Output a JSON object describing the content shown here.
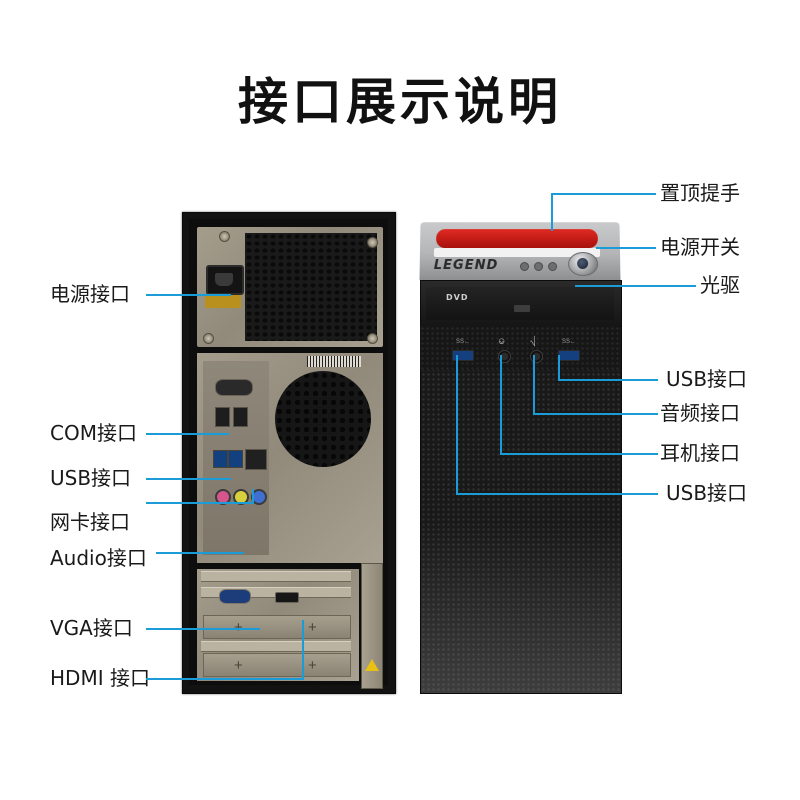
{
  "page": {
    "title": "接口展示说明",
    "accent_color": "#1a9cd8",
    "text_color": "#1a1a1a",
    "background": "#ffffff"
  },
  "product": {
    "brand_logo": "LEGEND",
    "optical_drive_text": "DVD",
    "handle_color": "#d12722",
    "chassis_color": "#191919"
  },
  "callouts": {
    "left": [
      {
        "id": "power-connector",
        "label": "电源接口"
      },
      {
        "id": "com-port",
        "label": "COM接口"
      },
      {
        "id": "usb-rear",
        "label": "USB接口"
      },
      {
        "id": "lan-port",
        "label": "网卡接口"
      },
      {
        "id": "audio-rear",
        "label": "Audio接口"
      },
      {
        "id": "vga-port",
        "label": "VGA接口"
      },
      {
        "id": "hdmi-port",
        "label": "HDMI 接口"
      }
    ],
    "right": [
      {
        "id": "top-handle",
        "label": "置顶提手"
      },
      {
        "id": "power-switch",
        "label": "电源开关"
      },
      {
        "id": "optical-drive",
        "label": "光驱"
      },
      {
        "id": "usb-front-upper",
        "label": "USB接口"
      },
      {
        "id": "audio-front",
        "label": "音频接口"
      },
      {
        "id": "headphone-jack",
        "label": "耳机接口"
      },
      {
        "id": "usb-front-lower",
        "label": "USB接口"
      }
    ]
  }
}
